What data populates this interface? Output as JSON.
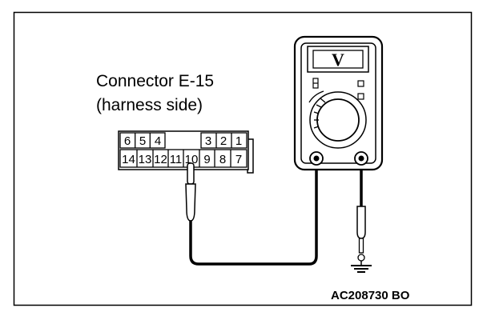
{
  "connector": {
    "title": "Connector E-15",
    "subtitle": "(harness side)",
    "top_row": [
      "6",
      "5",
      "4",
      "3",
      "2",
      "1"
    ],
    "bottom_row": [
      "14",
      "13",
      "12",
      "11",
      "10",
      "9",
      "8",
      "7"
    ]
  },
  "meter": {
    "display_symbol": "V"
  },
  "figure_code": "AC208730 BO"
}
